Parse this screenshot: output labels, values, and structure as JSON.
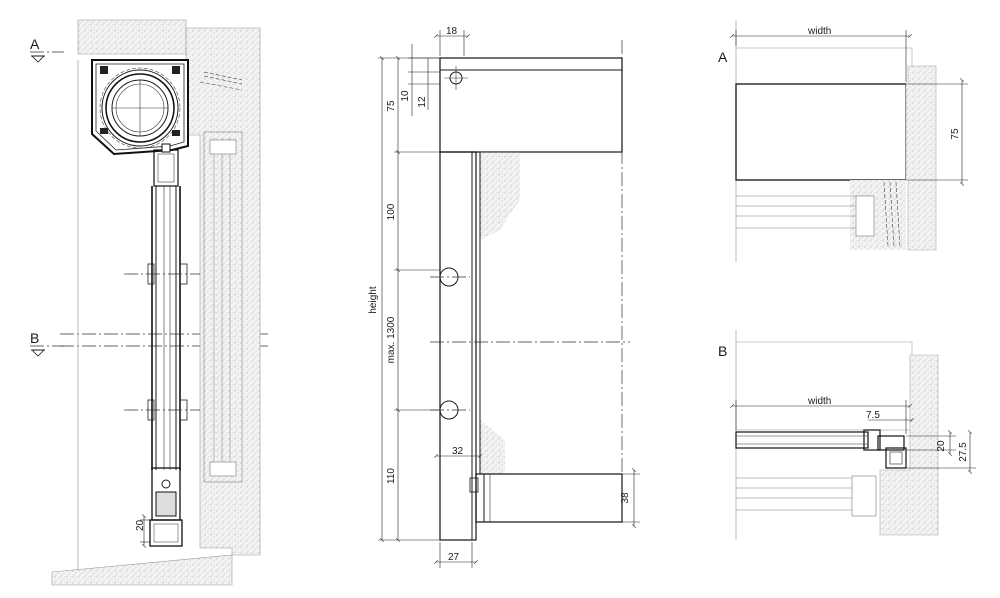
{
  "section_labels": {
    "a": "A",
    "b": "B"
  },
  "side_view": {
    "dim_18": "18",
    "dim_10": "10",
    "dim_12": "12",
    "dim_75": "75",
    "dim_100": "100",
    "dim_height": "height",
    "dim_max1300": "max. 1300",
    "dim_110": "110",
    "dim_32": "32",
    "dim_38": "38",
    "dim_27": "27"
  },
  "left_view": {
    "dim_20": "20"
  },
  "section_a": {
    "width": "width",
    "dim_75": "75"
  },
  "section_b": {
    "width": "width",
    "dim_7_5": "7.5",
    "dim_20": "20",
    "dim_27_5": "27.5"
  }
}
